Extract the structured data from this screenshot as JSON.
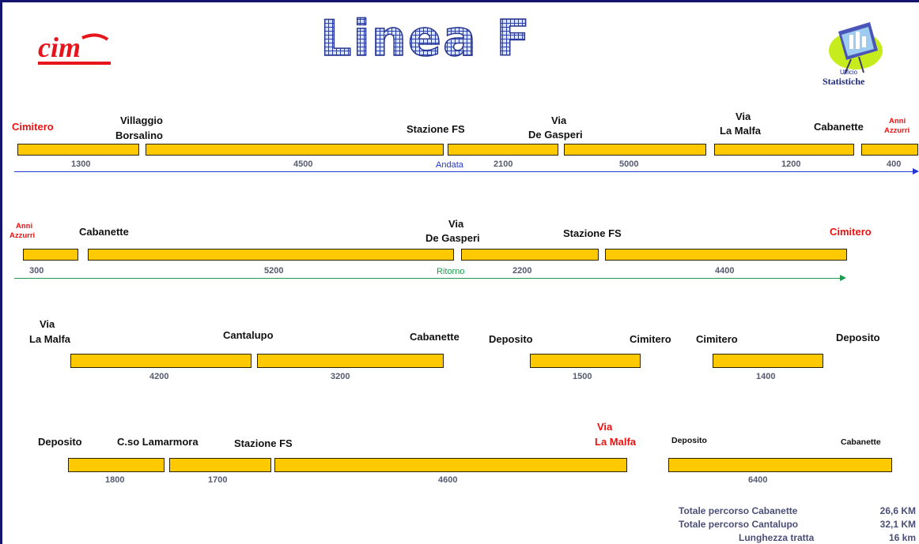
{
  "header": {
    "title": "Linea F",
    "logo_left": "cim",
    "logo_right_line1": "Ufficio",
    "logo_right_line2": "Statistiche"
  },
  "andata": {
    "direction_label": "Andata",
    "arrow_color": "#2336d6",
    "stops": [
      "Cimitero",
      "Villaggio",
      "Borsalino",
      "Stazione FS",
      "Via",
      "De Gasperi",
      "Via",
      "La Malfa",
      "Cabanette",
      "Anni",
      "Azzurri"
    ],
    "distances": [
      "1300",
      "4500",
      "2100",
      "5000",
      "1200",
      "400"
    ]
  },
  "ritorno": {
    "direction_label": "Ritorno",
    "arrow_color": "#1e9a4c",
    "stops": [
      "Anni",
      "Azzurri",
      "Cabanette",
      "Via",
      "De Gasperi",
      "Stazione FS",
      "Cimitero"
    ],
    "distances": [
      "300",
      "5200",
      "2200",
      "4400"
    ]
  },
  "row3": {
    "stops": [
      "Via",
      "La Malfa",
      "Cantalupo",
      "Cabanette",
      "Deposito",
      "Cimitero",
      "Cimitero",
      "Deposito"
    ],
    "distances": [
      "4200",
      "3200",
      "1500",
      "1400"
    ]
  },
  "row4": {
    "stops": [
      "Deposito",
      "C.so Lamarmora",
      "Stazione FS",
      "Via",
      "La Malfa",
      "Deposito",
      "Cabanette"
    ],
    "distances": [
      "1800",
      "1700",
      "4600",
      "6400"
    ]
  },
  "totals": [
    {
      "label": "Totale percorso Cabanette",
      "value": "26,6 KM"
    },
    {
      "label": "Totale percorso Cantalupo",
      "value": "32,1 KM"
    },
    {
      "label": "Lunghezza tratta",
      "value": "16 km"
    }
  ],
  "colors": {
    "bar_fill": "#ffc900",
    "terminal_text": "#ee1111",
    "frame": "#14156e"
  }
}
